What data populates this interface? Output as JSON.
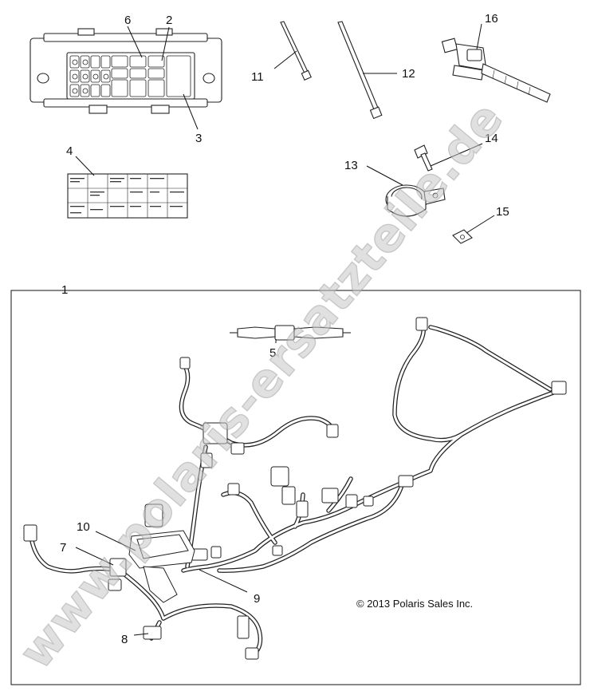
{
  "callouts": [
    {
      "id": "1",
      "text": "1"
    },
    {
      "id": "2",
      "text": "2"
    },
    {
      "id": "3",
      "text": "3"
    },
    {
      "id": "4",
      "text": "4"
    },
    {
      "id": "5",
      "text": "5"
    },
    {
      "id": "6",
      "text": "6"
    },
    {
      "id": "7",
      "text": "7"
    },
    {
      "id": "8",
      "text": "8"
    },
    {
      "id": "9",
      "text": "9"
    },
    {
      "id": "10",
      "text": "10"
    },
    {
      "id": "11",
      "text": "11"
    },
    {
      "id": "12",
      "text": "12"
    },
    {
      "id": "13",
      "text": "13"
    },
    {
      "id": "14",
      "text": "14"
    },
    {
      "id": "15",
      "text": "15"
    },
    {
      "id": "16",
      "text": "16"
    }
  ],
  "copyright": "© 2013 Polaris Sales Inc.",
  "watermark": "www.polaris-ersatzteile.de",
  "colors": {
    "line": "#111111",
    "watermark": "#c8c8c8"
  }
}
